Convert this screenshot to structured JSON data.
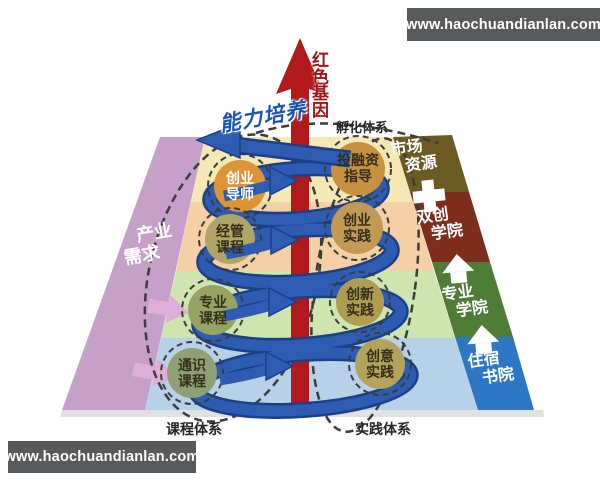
{
  "watermark": {
    "text": "www.haochuandianlan.com"
  },
  "center": {
    "red_arrow_label": "红色基因",
    "spiral_label": "能力培养"
  },
  "systems": {
    "incubation": "孵化体系",
    "course": "课程体系",
    "practice": "实践体系"
  },
  "industry_band": {
    "line1": "产业",
    "line2": "需求"
  },
  "right_column": [
    {
      "id": "market-resources",
      "line1": "市场",
      "line2": "资源"
    },
    {
      "id": "innovation-college",
      "line1": "双创",
      "line2": "学院"
    },
    {
      "id": "professional-college",
      "line1": "专业",
      "line2": "学院"
    },
    {
      "id": "residential-college",
      "line1": "住宿",
      "line2": "书院"
    }
  ],
  "course_circles": [
    {
      "id": "startup-mentor",
      "line1": "创业",
      "line2": "导师"
    },
    {
      "id": "management-courses",
      "line1": "经管",
      "line2": "课程"
    },
    {
      "id": "professional-courses",
      "line1": "专业",
      "line2": "课程"
    },
    {
      "id": "general-courses",
      "line1": "通识",
      "line2": "课程"
    }
  ],
  "practice_circles": [
    {
      "id": "financing-guidance",
      "line1": "投融资",
      "line2": "指导"
    },
    {
      "id": "entrepreneurship-practice",
      "line1": "创业",
      "line2": "实践"
    },
    {
      "id": "innovation-practice",
      "line1": "创新",
      "line2": "实践"
    },
    {
      "id": "creativity-practice",
      "line1": "创意",
      "line2": "实践"
    }
  ],
  "colors": {
    "pink_band": "#c5a0c8",
    "pink_arrow": "#dcaed8",
    "cream_band": "#f6e8b5",
    "peach_band": "#f5cfa5",
    "green_band": "#cfe5af",
    "blue_band": "#b7d2e8",
    "col_market": "#6b5a21",
    "col_shuangchuang": "#7c2d1c",
    "col_college": "#4f7d38",
    "col_dorm": "#2d77c5",
    "red_arrow": "#b2191d",
    "spiral_blue": "#2e5cb2",
    "spiral_dark": "#1c4086",
    "circle_mentor": "#dd9434",
    "circle_jingguan": "#b1a468",
    "circle_zhuanye": "#97a363",
    "circle_tongshi": "#90a075",
    "circle_touzi": "#c8913f",
    "circle_chuangye": "#c29a55",
    "circle_chuangxin": "#af9d52",
    "circle_chuangyi": "#b3a35c",
    "dash": "#3c3c3c",
    "watermark_bg": "#58595b"
  }
}
